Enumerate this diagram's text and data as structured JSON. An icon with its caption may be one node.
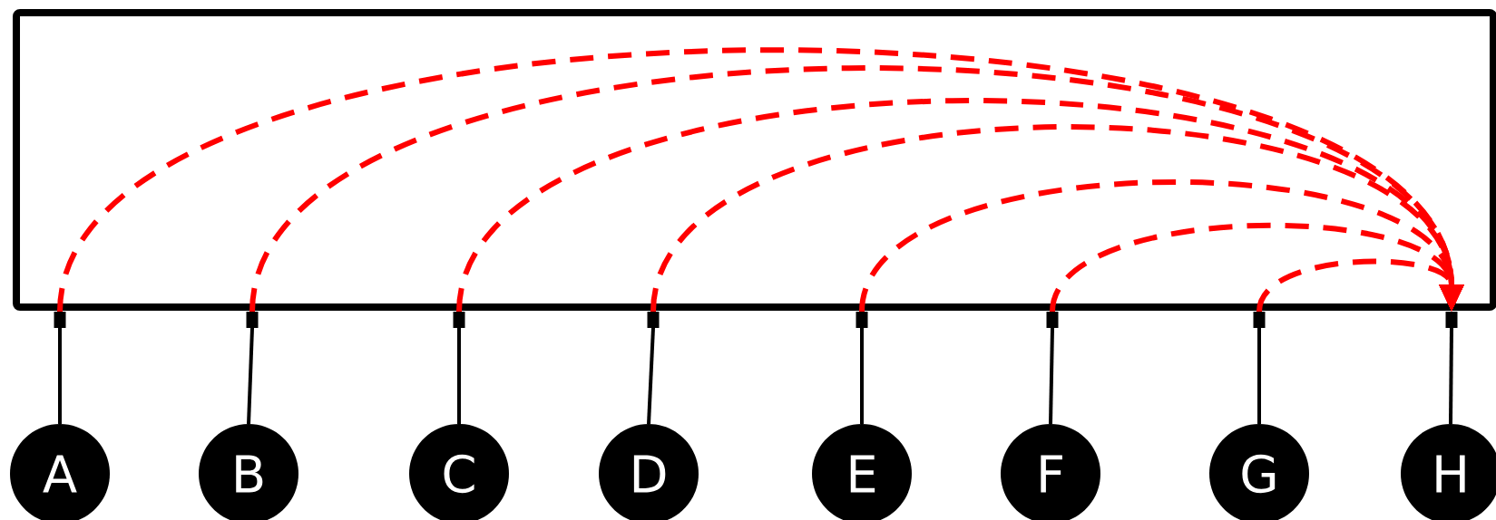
{
  "diagram": {
    "nodes": [
      {
        "text": [],
        "shape": "bar"
      },
      {
        "text": [],
        "shape": "bar"
      },
      {
        "text": [],
        "shape": "bar"
      },
      {
        "text": [],
        "shape": "bar"
      },
      {
        "text": [],
        "shape": "bar"
      },
      {
        "text": [],
        "shape": "bar"
      },
      {
        "text": [],
        "shape": "bar"
      },
      {
        "text": [],
        "shape": "bar"
      },
      {
        "text": [
          "A"
        ]
      },
      {
        "text": [
          "B"
        ]
      },
      {
        "text": [
          "C"
        ]
      },
      {
        "text": [
          "D"
        ]
      },
      {
        "text": [
          "E"
        ]
      },
      {
        "text": [
          "F"
        ]
      },
      {
        "text": [
          "G"
        ]
      },
      {
        "text": [
          "H"
        ]
      }
    ],
    "edges": [
      {
        "from": 0,
        "to": 8,
        "arrow": "none"
      },
      {
        "from": 1,
        "to": 9,
        "arrow": "none"
      },
      {
        "from": 2,
        "to": 10,
        "arrow": "none"
      },
      {
        "from": 3,
        "to": 11,
        "arrow": "none"
      },
      {
        "from": 4,
        "to": 12,
        "arrow": "none"
      },
      {
        "from": 5,
        "to": 13,
        "arrow": "none"
      },
      {
        "from": 6,
        "to": 14,
        "arrow": "none"
      },
      {
        "from": 7,
        "to": 15,
        "arrow": "none"
      },
      {
        "from": 0,
        "to": 7,
        "arrow": "to",
        "style": "dashed",
        "color": "#ff0000"
      },
      {
        "from": 1,
        "to": 7,
        "arrow": "to",
        "style": "dashed",
        "color": "#ff0000"
      },
      {
        "from": 2,
        "to": 7,
        "arrow": "to",
        "style": "dashed",
        "color": "#ff0000"
      },
      {
        "from": 3,
        "to": 7,
        "arrow": "to",
        "style": "dashed",
        "color": "#ff0000"
      },
      {
        "from": 4,
        "to": 7,
        "arrow": "to",
        "style": "dashed",
        "color": "#ff0000"
      },
      {
        "from": 5,
        "to": 7,
        "arrow": "to",
        "style": "dashed",
        "color": "#ff0000"
      },
      {
        "from": 6,
        "to": 7,
        "arrow": "to",
        "style": "dashed",
        "color": "#ff0000"
      }
    ]
  }
}
